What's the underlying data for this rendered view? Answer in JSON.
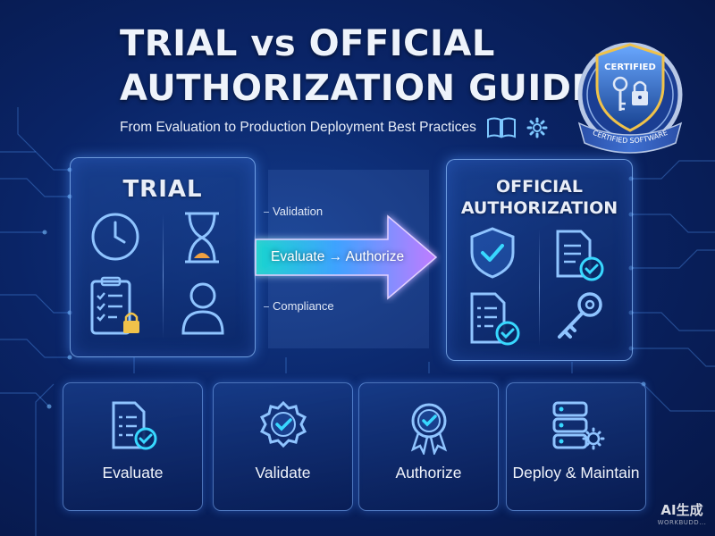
{
  "header": {
    "title_line1": "TRIAL vs OFFICIAL",
    "title_line2": "AUTHORIZATION GUIDE",
    "subtitle": "From Evaluation to Production Deployment Best Practices",
    "subtitle_icons": [
      "book-icon",
      "gear-icon"
    ]
  },
  "badge": {
    "top_text": "CERTIFIED",
    "ribbon_text": "CERTIFIED SOFTWARE",
    "icons": [
      "key-icon",
      "padlock-icon",
      "shield-icon"
    ]
  },
  "trial_panel": {
    "heading": "TRIAL",
    "icons": [
      "clock-icon",
      "hourglass-icon",
      "checklist-lock-icon",
      "user-icon"
    ]
  },
  "flow": {
    "top_label": "Validation",
    "arrow_label": "Evaluate → Authorize",
    "bottom_label": "Compliance"
  },
  "official_panel": {
    "heading_line1": "OFFICIAL",
    "heading_line2": "AUTHORIZATION",
    "icons": [
      "shield-check-icon",
      "document-check-icon",
      "checklist-check-icon",
      "key-icon"
    ]
  },
  "steps": [
    {
      "label": "Evaluate",
      "icon": "document-check-icon"
    },
    {
      "label": "Validate",
      "icon": "badge-check-icon"
    },
    {
      "label": "Authorize",
      "icon": "award-check-icon"
    },
    {
      "label": "Deploy & Maintain",
      "icon": "server-gear-icon"
    }
  ],
  "watermark": {
    "main": "AI生成",
    "sub": "WORKBUDD..."
  },
  "colors": {
    "background": "#0a2466",
    "accent_cyan": "#38d8ff",
    "panel_border": "#8cbeff",
    "arrow_purple": "#b47cff"
  }
}
